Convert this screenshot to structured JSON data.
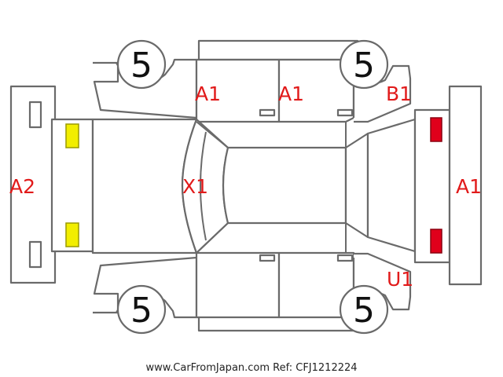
{
  "diagram": {
    "damage_codes": {
      "front_left_door": "A1",
      "rear_left_door": "A1",
      "left_rear_quarter": "B1",
      "front_bumper": "A2",
      "hood": "X1",
      "rear_bumper": "A1",
      "right_rear_quarter": "U1"
    },
    "tire_tread": {
      "front_left": "5",
      "rear_left": "5",
      "front_right": "5",
      "rear_right": "5"
    },
    "colors": {
      "damage_text": "#e11a1a",
      "outline": "#6a6a6a",
      "headlight": "#f2ee00",
      "taillight": "#e0001b"
    }
  },
  "footer": {
    "watermark": "www.CarFromJapan.com Ref: CFJ1212224"
  }
}
